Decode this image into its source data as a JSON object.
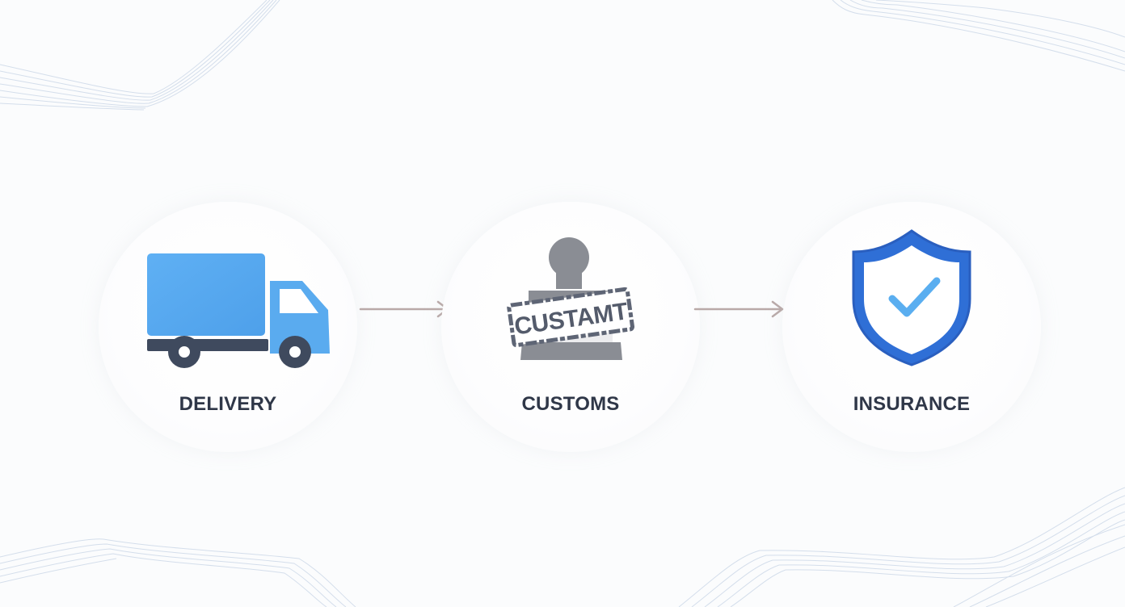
{
  "flow": {
    "steps": [
      {
        "label": "DELIVERY",
        "icon": "delivery-truck-icon"
      },
      {
        "label": "CUSTOMS",
        "icon": "customs-stamp-icon",
        "stamp_text": "CUSTAMT"
      },
      {
        "label": "INSURANCE",
        "icon": "shield-check-icon"
      }
    ],
    "connectors": [
      "arrow",
      "arrow"
    ]
  },
  "colors": {
    "background": "#fbfcfd",
    "truck_blue": "#5aabef",
    "truck_dark": "#3f4a5e",
    "stamp_gray": "#8a8d94",
    "shield_blue": "#2f6fd6",
    "check_blue": "#5aaef0",
    "label_text": "#2f3748",
    "arrow": "#b9a9a8",
    "wave_lines": "#c5d3e6"
  }
}
